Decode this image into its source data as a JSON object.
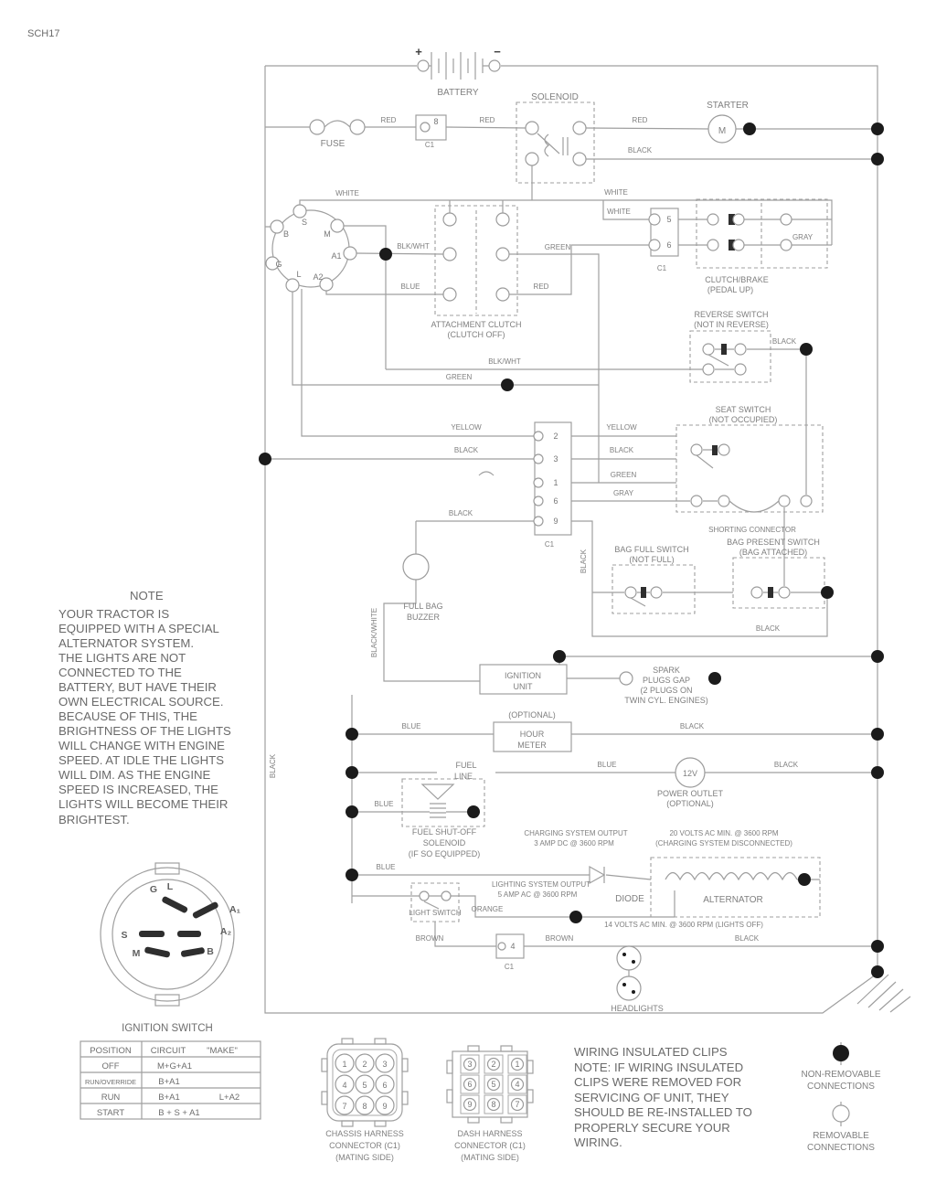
{
  "sheet": "SCH17",
  "wires": {
    "red": "RED",
    "black": "BLACK",
    "white": "WHITE",
    "green": "GREEN",
    "blue": "BLUE",
    "gray": "GRAY",
    "yellow": "YELLOW",
    "blkwht": "BLK/WHT",
    "blackwhite": "BLACK/WHITE",
    "orange": "ORANGE",
    "brown": "BROWN"
  },
  "battery": {
    "label": "BATTERY",
    "plus": "+",
    "minus": "−"
  },
  "fuse": {
    "label": "FUSE"
  },
  "solenoid": {
    "label": "SOLENOID"
  },
  "starter": {
    "label": "STARTER",
    "m": "M"
  },
  "connector8": {
    "pin": "8",
    "label": "C1"
  },
  "connector56": {
    "pin5": "5",
    "pin6": "6",
    "label": "C1"
  },
  "connector4": {
    "pin": "4",
    "label": "C1"
  },
  "connector_col": {
    "p2": "2",
    "p3": "3",
    "p1": "1",
    "p6": "6",
    "p9": "9",
    "label": "C1"
  },
  "ignition": {
    "s": "S",
    "b": "B",
    "m": "M",
    "g": "G",
    "a1": "A1",
    "l": "L",
    "a2": "A2"
  },
  "attachment_clutch": {
    "l1": "ATTACHMENT CLUTCH",
    "l2": "(CLUTCH OFF)"
  },
  "clutch_brake": {
    "l1": "CLUTCH/BRAKE",
    "l2": "(PEDAL UP)"
  },
  "reverse_switch": {
    "l1": "REVERSE SWITCH",
    "l2": "(NOT IN REVERSE)"
  },
  "seat_switch": {
    "l1": "SEAT SWITCH",
    "l2": "(NOT OCCUPIED)",
    "shorting": "SHORTING CONNECTOR"
  },
  "bag_full": {
    "l1": "BAG FULL SWITCH",
    "l2": "(NOT FULL)"
  },
  "bag_present": {
    "l1": "BAG PRESENT SWITCH",
    "l2": "(BAG ATTACHED)"
  },
  "buzzer": {
    "l1": "FULL BAG",
    "l2": "BUZZER"
  },
  "ignition_unit": {
    "l1": "IGNITION",
    "l2": "UNIT"
  },
  "spark": {
    "l1": "SPARK",
    "l2": "PLUGS GAP",
    "l3": "(2 PLUGS ON",
    "l4": "TWIN CYL. ENGINES)"
  },
  "hour_meter": {
    "opt": "(OPTIONAL)",
    "l1": "HOUR",
    "l2": "METER"
  },
  "fuel_line": {
    "l1": "FUEL",
    "l2": "LINE"
  },
  "power_outlet": {
    "v": "12V",
    "l1": "POWER OUTLET",
    "l2": "(OPTIONAL)"
  },
  "fuel_shutoff": {
    "l1": "FUEL SHUT-OFF",
    "l2": "SOLENOID",
    "l3": "(IF SO EQUIPPED)"
  },
  "charging": {
    "l1": "CHARGING SYSTEM OUTPUT",
    "l2": "3 AMP DC @ 3600 RPM"
  },
  "charging_note": {
    "l1": "20 VOLTS AC MIN. @ 3600 RPM",
    "l2": "(CHARGING SYSTEM DISCONNECTED)"
  },
  "diode": {
    "label": "DIODE"
  },
  "alternator": {
    "label": "ALTERNATOR"
  },
  "lighting": {
    "l1": "LIGHTING SYSTEM OUTPUT",
    "l2": "5 AMP AC @ 3600 RPM"
  },
  "light_switch": {
    "label": "LIGHT SWITCH"
  },
  "lights_note": {
    "label": "14 VOLTS AC MIN. @ 3600 RPM (LIGHTS OFF)"
  },
  "headlights": {
    "label": "HEADLIGHTS"
  },
  "note": {
    "title": "NOTE",
    "lines": [
      "YOUR TRACTOR IS",
      "EQUIPPED WITH A SPECIAL",
      "ALTERNATOR SYSTEM.",
      "THE LIGHTS ARE NOT",
      "CONNECTED TO THE",
      "BATTERY, BUT HAVE THEIR",
      "OWN ELECTRICAL SOURCE.",
      "BECAUSE OF THIS, THE",
      "BRIGHTNESS OF THE LIGHTS",
      "WILL CHANGE WITH ENGINE",
      "SPEED.  AT IDLE THE LIGHTS",
      "WILL DIM.  AS THE ENGINE",
      "SPEED IS INCREASED,  THE",
      "LIGHTS WILL BECOME THEIR",
      "BRIGHTEST."
    ]
  },
  "switch_detail": {
    "caption": "IGNITION SWITCH",
    "g": "G",
    "l": "L",
    "a1": "A₁",
    "s": "S",
    "a2": "A₂",
    "m": "M",
    "b": "B"
  },
  "table": {
    "h1": "POSITION",
    "h2": "CIRCUIT",
    "h3": "\"MAKE\"",
    "r1_pos": "OFF",
    "r1_c": "M+G+A1",
    "r2_pos": "RUN/OVERRIDE",
    "r2_c": "B+A1",
    "r3_pos": "RUN",
    "r3_c1": "B+A1",
    "r3_c2": "L+A2",
    "r4_pos": "START",
    "r4_c": "B + S + A1"
  },
  "chassis_conn": {
    "pins": [
      "1",
      "2",
      "3",
      "4",
      "5",
      "6",
      "7",
      "8",
      "9"
    ],
    "l1": "CHASSIS HARNESS",
    "l2": "CONNECTOR (C1)",
    "l3": "(MATING SIDE)"
  },
  "dash_conn": {
    "pins": [
      "3",
      "2",
      "1",
      "6",
      "5",
      "4",
      "9",
      "8",
      "7"
    ],
    "l1": "DASH HARNESS",
    "l2": "CONNECTOR (C1)",
    "l3": "(MATING SIDE)"
  },
  "clips_note": {
    "lines": [
      "WIRING INSULATED CLIPS",
      "NOTE: IF WIRING INSULATED",
      "CLIPS WERE REMOVED FOR",
      "SERVICING OF UNIT, THEY",
      "SHOULD BE RE-INSTALLED TO",
      "PROPERLY SECURE YOUR",
      "WIRING."
    ]
  },
  "legend": {
    "nr1": "NON-REMOVABLE",
    "nr2": "CONNECTIONS",
    "r1": "REMOVABLE",
    "r2": "CONNECTIONS"
  }
}
